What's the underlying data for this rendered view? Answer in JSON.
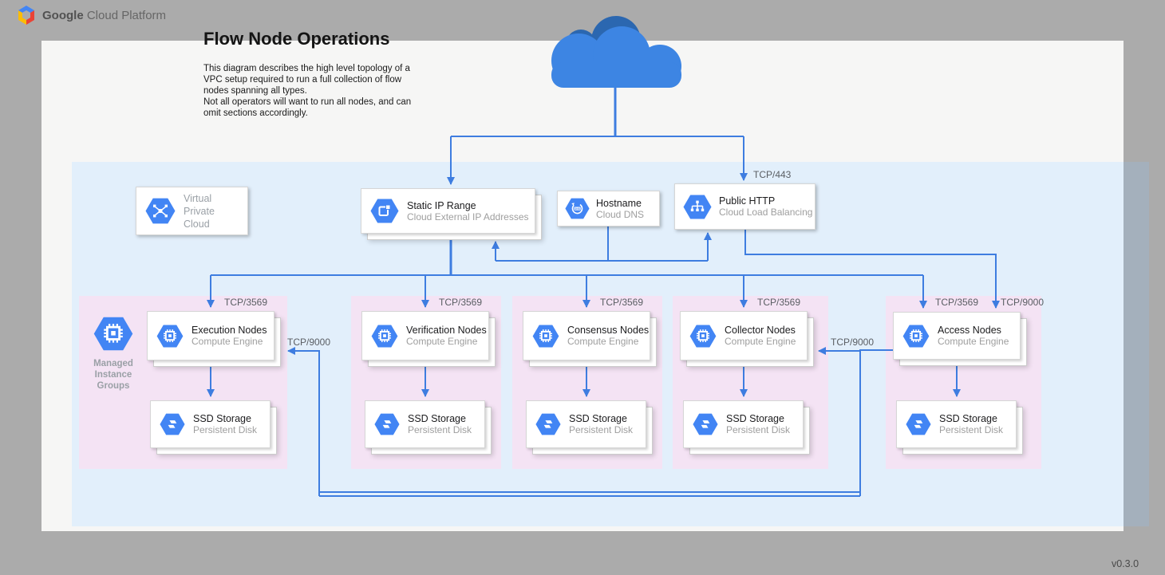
{
  "header": {
    "brand_bold": "Google",
    "brand_rest": "Cloud Platform"
  },
  "title": "Flow Node Operations",
  "description": "This diagram describes the high level topology of a\nVPC setup required to run a full collection of flow\nnodes spanning all types.\nNot all operators will want to run all nodes, and can\nomit sections accordingly.",
  "version": "v0.3.0",
  "colors": {
    "background": "#ababab",
    "canvas": "#f6f6f5",
    "vpc_region": "#e2effb",
    "node_group": "#f4e3f4",
    "connector": "#3e7de0",
    "icon_hexagon": "#4285f4",
    "cloud_light": "#3d85e3",
    "cloud_dark": "#2b67b0"
  },
  "services": {
    "vpc": {
      "title": "Virtual\nPrivate Cloud",
      "icon": "vpc-icon"
    },
    "static_ip": {
      "title": "Static IP Range",
      "subtitle": "Cloud External IP Addresses",
      "icon": "external-ip-icon"
    },
    "hostname": {
      "title": "Hostname",
      "subtitle": "Cloud DNS",
      "icon": "cloud-dns-icon"
    },
    "public_http": {
      "title": "Public HTTP",
      "subtitle": "Cloud Load Balancing",
      "icon": "load-balancer-icon",
      "inbound_label": "TCP/443"
    }
  },
  "managed_instance_groups": {
    "label": "Managed\nInstance\nGroups"
  },
  "node_groups": [
    {
      "name": "execution",
      "title": "Execution Nodes",
      "subtitle": "Compute Engine",
      "inbound_label": "TCP/3569",
      "storage": {
        "title": "SSD Storage",
        "subtitle": "Persistent Disk"
      }
    },
    {
      "name": "verification",
      "title": "Verification Nodes",
      "subtitle": "Compute Engine",
      "inbound_label": "TCP/3569",
      "storage": {
        "title": "SSD Storage",
        "subtitle": "Persistent Disk"
      }
    },
    {
      "name": "consensus",
      "title": "Consensus Nodes",
      "subtitle": "Compute Engine",
      "inbound_label": "TCP/3569",
      "storage": {
        "title": "SSD Storage",
        "subtitle": "Persistent Disk"
      }
    },
    {
      "name": "collector",
      "title": "Collector Nodes",
      "subtitle": "Compute Engine",
      "inbound_label": "TCP/3569",
      "storage": {
        "title": "SSD Storage",
        "subtitle": "Persistent Disk"
      }
    },
    {
      "name": "access",
      "title": "Access Nodes",
      "subtitle": "Compute Engine",
      "inbound_label": "TCP/3569",
      "extra_inbound_label": "TCP/9000",
      "storage": {
        "title": "SSD Storage",
        "subtitle": "Persistent Disk"
      }
    }
  ],
  "edge_labels": {
    "https": "TCP/443",
    "node_port": "TCP/3569",
    "access_port": "TCP/9000"
  }
}
